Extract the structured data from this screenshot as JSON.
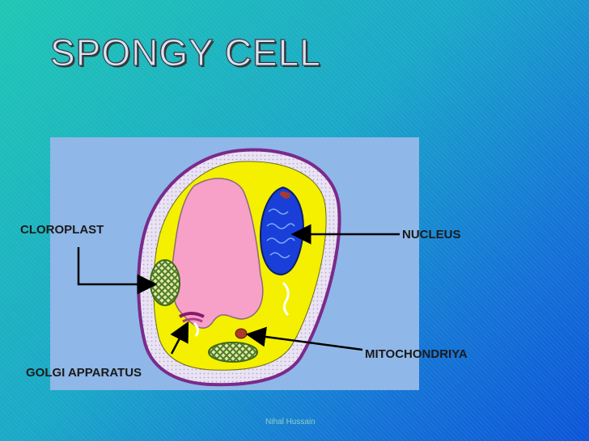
{
  "title": "SPONGY CELL",
  "labels": {
    "chloroplast": "CLOROPLAST",
    "nucleus": "NUCLEUS",
    "mitochondria": "MITOCHONDRIYA",
    "golgi": "GOLGI APPARATUS"
  },
  "watermark": "Nihal Hussain",
  "colors": {
    "panel": "#8fb7e8",
    "cell_wall": "#7a2a8a",
    "cytoplasm": "#f4f000",
    "vacuole": "#f7a0c8",
    "nucleus": "#1a3fd8",
    "chloroplast": "#6e9a3a"
  }
}
